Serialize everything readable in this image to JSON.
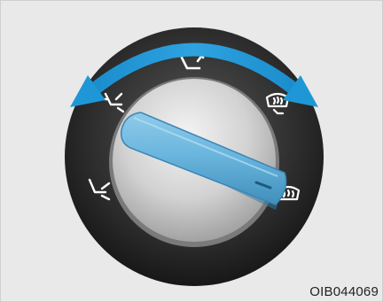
{
  "figure_code": "OIB044069",
  "knob": {
    "selected_mode": "defrost",
    "modes": [
      {
        "name": "face",
        "icon": "face-vent-icon"
      },
      {
        "name": "bi-level",
        "icon": "bi-level-icon"
      },
      {
        "name": "floor",
        "icon": "floor-vent-icon"
      },
      {
        "name": "floor-defrost",
        "icon": "floor-defrost-icon"
      },
      {
        "name": "defrost",
        "icon": "windshield-defrost-icon"
      }
    ]
  },
  "colors": {
    "arrow": "#1f97d6",
    "pointer": "#6bb6de",
    "bezel": "#222222",
    "background": "#e9e9e9"
  }
}
